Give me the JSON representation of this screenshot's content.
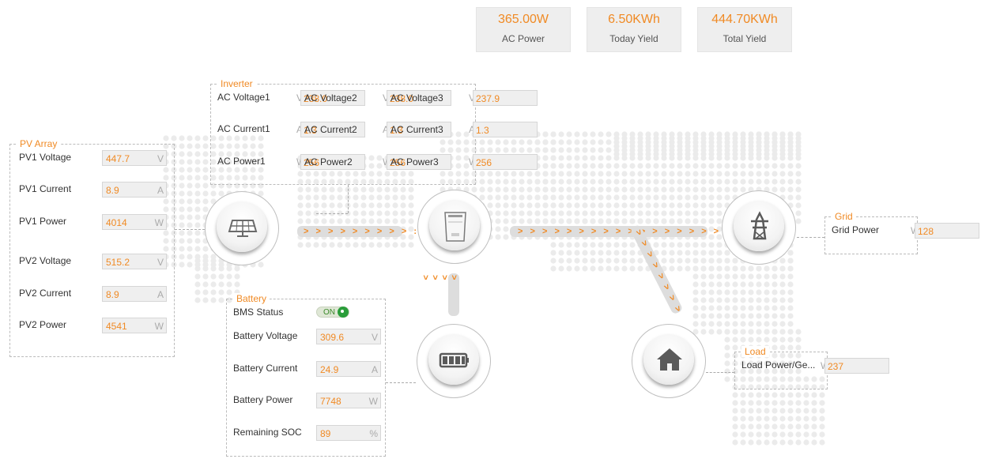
{
  "summary": {
    "ac_power": {
      "value": "365.00W",
      "label": "AC Power"
    },
    "today_yield": {
      "value": "6.50KWh",
      "label": "Today Yield"
    },
    "total_yield": {
      "value": "444.70KWh",
      "label": "Total Yield"
    }
  },
  "inverter": {
    "legend": "Inverter",
    "ac_voltage1_label": "AC Voltage1",
    "ac_voltage1_unit": "V",
    "ac_voltage1_value": "238.0",
    "ac_voltage2_label": "AC Voltage2",
    "ac_voltage2_unit": "V",
    "ac_voltage2_value": "238.0",
    "ac_voltage3_label": "AC Voltage3",
    "ac_voltage3_unit": "V",
    "ac_voltage3_value": "237.9",
    "ac_current1_label": "AC Current1",
    "ac_current1_unit": "A",
    "ac_current1_value": "1.3",
    "ac_current2_label": "AC Current2",
    "ac_current2_unit": "A",
    "ac_current2_value": "1.3",
    "ac_current3_label": "AC Current3",
    "ac_current3_unit": "A",
    "ac_current3_value": "1.3",
    "ac_power1_label": "AC Power1",
    "ac_power1_unit": "W",
    "ac_power1_value": "256",
    "ac_power2_label": "AC Power2",
    "ac_power2_unit": "W",
    "ac_power2_value": "256",
    "ac_power3_label": "AC Power3",
    "ac_power3_unit": "W",
    "ac_power3_value": "256"
  },
  "pv_array": {
    "legend": "PV Array",
    "rows": [
      {
        "label": "PV1 Voltage",
        "value": "447.7",
        "unit": "V"
      },
      {
        "label": "PV1 Current",
        "value": "8.9",
        "unit": "A"
      },
      {
        "label": "PV1 Power",
        "value": "4014",
        "unit": "W"
      },
      {
        "label": "PV2 Voltage",
        "value": "515.2",
        "unit": "V"
      },
      {
        "label": "PV2 Current",
        "value": "8.9",
        "unit": "A"
      },
      {
        "label": "PV2 Power",
        "value": "4541",
        "unit": "W"
      }
    ]
  },
  "battery": {
    "legend": "Battery",
    "bms_label": "BMS Status",
    "bms_state": "ON",
    "rows": [
      {
        "label": "Battery Voltage",
        "value": "309.6",
        "unit": "V"
      },
      {
        "label": "Battery Current",
        "value": "24.9",
        "unit": "A"
      },
      {
        "label": "Battery Power",
        "value": "7748",
        "unit": "W"
      },
      {
        "label": "Remaining SOC",
        "value": "89",
        "unit": "%"
      }
    ]
  },
  "grid": {
    "legend": "Grid",
    "label": "Grid Power",
    "unit": "W",
    "value": "128"
  },
  "load": {
    "legend": "Load",
    "label": "Load Power/Ge...",
    "unit": "W",
    "value": "237"
  },
  "flow": {
    "pv_to_inverter": "> > > > > > > > > :",
    "inverter_to_grid": "> > > > > > > > > > > > > > > > > > > >",
    "inverter_to_battery": "> > > >",
    "grid_to_load": "> > > > > > > >"
  },
  "colors": {
    "accent": "#f08a24",
    "track": "#dddddd",
    "dot": "#ebebeb",
    "toggle_on": "#2a9d3a"
  },
  "icons": [
    "solar-panel-icon",
    "inverter-icon",
    "power-tower-icon",
    "battery-icon",
    "house-icon"
  ]
}
